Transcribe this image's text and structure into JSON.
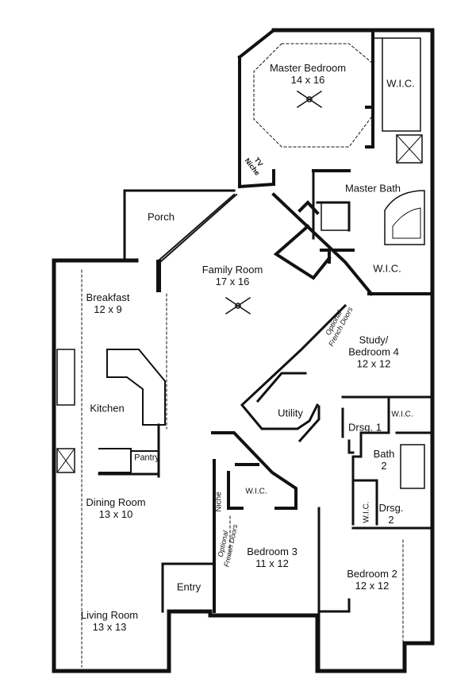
{
  "rooms": {
    "master_bedroom": {
      "name": "Master Bedroom",
      "dims": "14 x 16"
    },
    "wic_master": {
      "name": "W.I.C."
    },
    "tv_niche": {
      "line1": "TV",
      "line2": "Niche"
    },
    "master_bath": {
      "name": "Master Bath"
    },
    "wic_bath": {
      "name": "W.I.C."
    },
    "porch": {
      "name": "Porch"
    },
    "family_room": {
      "name": "Family Room",
      "dims": "17 x 16"
    },
    "breakfast": {
      "name": "Breakfast",
      "dims": "12 x 9"
    },
    "french_doors_1": {
      "line1": "Optional",
      "line2": "French Doors"
    },
    "study": {
      "name1": "Study/",
      "name2": "Bedroom 4",
      "dims": "12 x 12"
    },
    "kitchen": {
      "name": "Kitchen"
    },
    "utility": {
      "name": "Utility"
    },
    "wic_drsg1": {
      "name": "W.I.C."
    },
    "drsg1": {
      "name": "Drsg. 1"
    },
    "pantry": {
      "name": "Pantry"
    },
    "bath2": {
      "name": "Bath",
      "dims": "2"
    },
    "wic_bed3": {
      "name": "W.I.C."
    },
    "niche": {
      "name": "Niche"
    },
    "dining_room": {
      "name": "Dining Room",
      "dims": "13 x 10"
    },
    "wic_bed2": {
      "name": "W.I.C."
    },
    "drsg2": {
      "name": "Drsg.",
      "dims": "2"
    },
    "french_doors_2": {
      "line1": "Optional",
      "line2": "French Doors"
    },
    "bedroom3": {
      "name": "Bedroom 3",
      "dims": "11 x 12"
    },
    "bedroom2": {
      "name": "Bedroom 2",
      "dims": "12 x 12"
    },
    "entry": {
      "name": "Entry"
    },
    "living_room": {
      "name": "Living Room",
      "dims": "13 x 13"
    }
  }
}
